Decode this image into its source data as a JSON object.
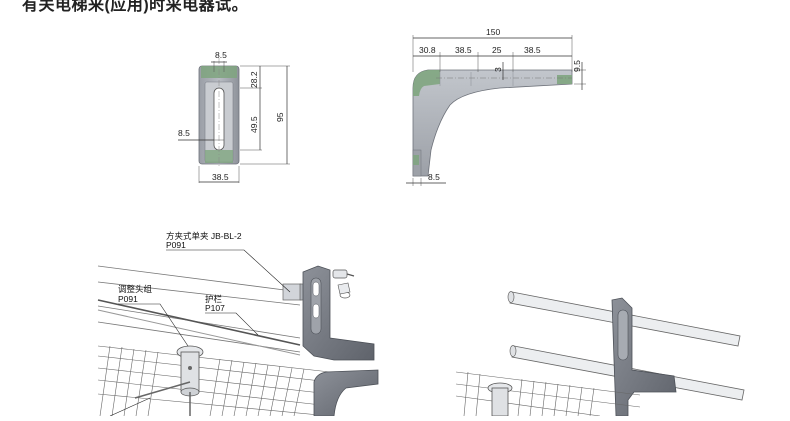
{
  "header": {
    "cropped_text": "有关电梯来(应用)时采电器试。"
  },
  "front_view": {
    "dims": {
      "slot_width": "8.5",
      "top_offset": "28.2",
      "slot_length": "49.5",
      "height": "95",
      "bolt_offset": "8.5",
      "width": "38.5"
    }
  },
  "side_view": {
    "dims": {
      "overall_length": "150",
      "seg1": "30.8",
      "seg2": "38.5",
      "seg3": "25",
      "seg4": "38.5",
      "small_3": "3",
      "thickness": "9.5",
      "base_thickness": "8.5"
    }
  },
  "callouts": {
    "clamp_name": "方夹式单夹 JB-BL-2",
    "clamp_code": "P091",
    "adjuster_name": "调整头组",
    "adjuster_code": "P091",
    "guardrail_name": "护栏",
    "guardrail_code": "P107"
  },
  "colors": {
    "part_body": "#a9adb4",
    "part_dark": "#7d8189",
    "tip_green": "#7fa57f"
  }
}
